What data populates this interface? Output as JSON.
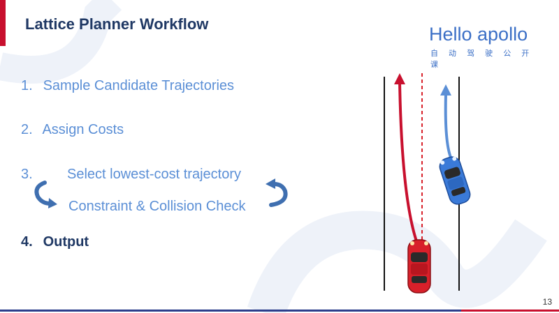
{
  "slide": {
    "title": "Lattice Planner Workflow",
    "page_number": "13"
  },
  "logo": {
    "text": "Hello apollo",
    "subtitle": "自 动 驾 驶 公 开 课"
  },
  "steps": [
    {
      "number": "1.",
      "label": "Sample Candidate Trajectories"
    },
    {
      "number": "2.",
      "label": "Assign Costs"
    },
    {
      "number": "3.",
      "label": "Select lowest-cost trajectory",
      "sub_label": "Constraint & Collision Check"
    },
    {
      "number": "4.",
      "label": "Output"
    }
  ],
  "colors": {
    "title": "#1f3864",
    "step_text": "#5b8fd6",
    "accent_red": "#c8102e",
    "car_red": "#d8202a",
    "car_blue": "#3a7ad8",
    "trajectory_blue": "#5b8fd6"
  },
  "icons": [
    "loop-arrow-left-icon",
    "loop-arrow-right-icon",
    "red-car-icon",
    "blue-car-icon"
  ]
}
